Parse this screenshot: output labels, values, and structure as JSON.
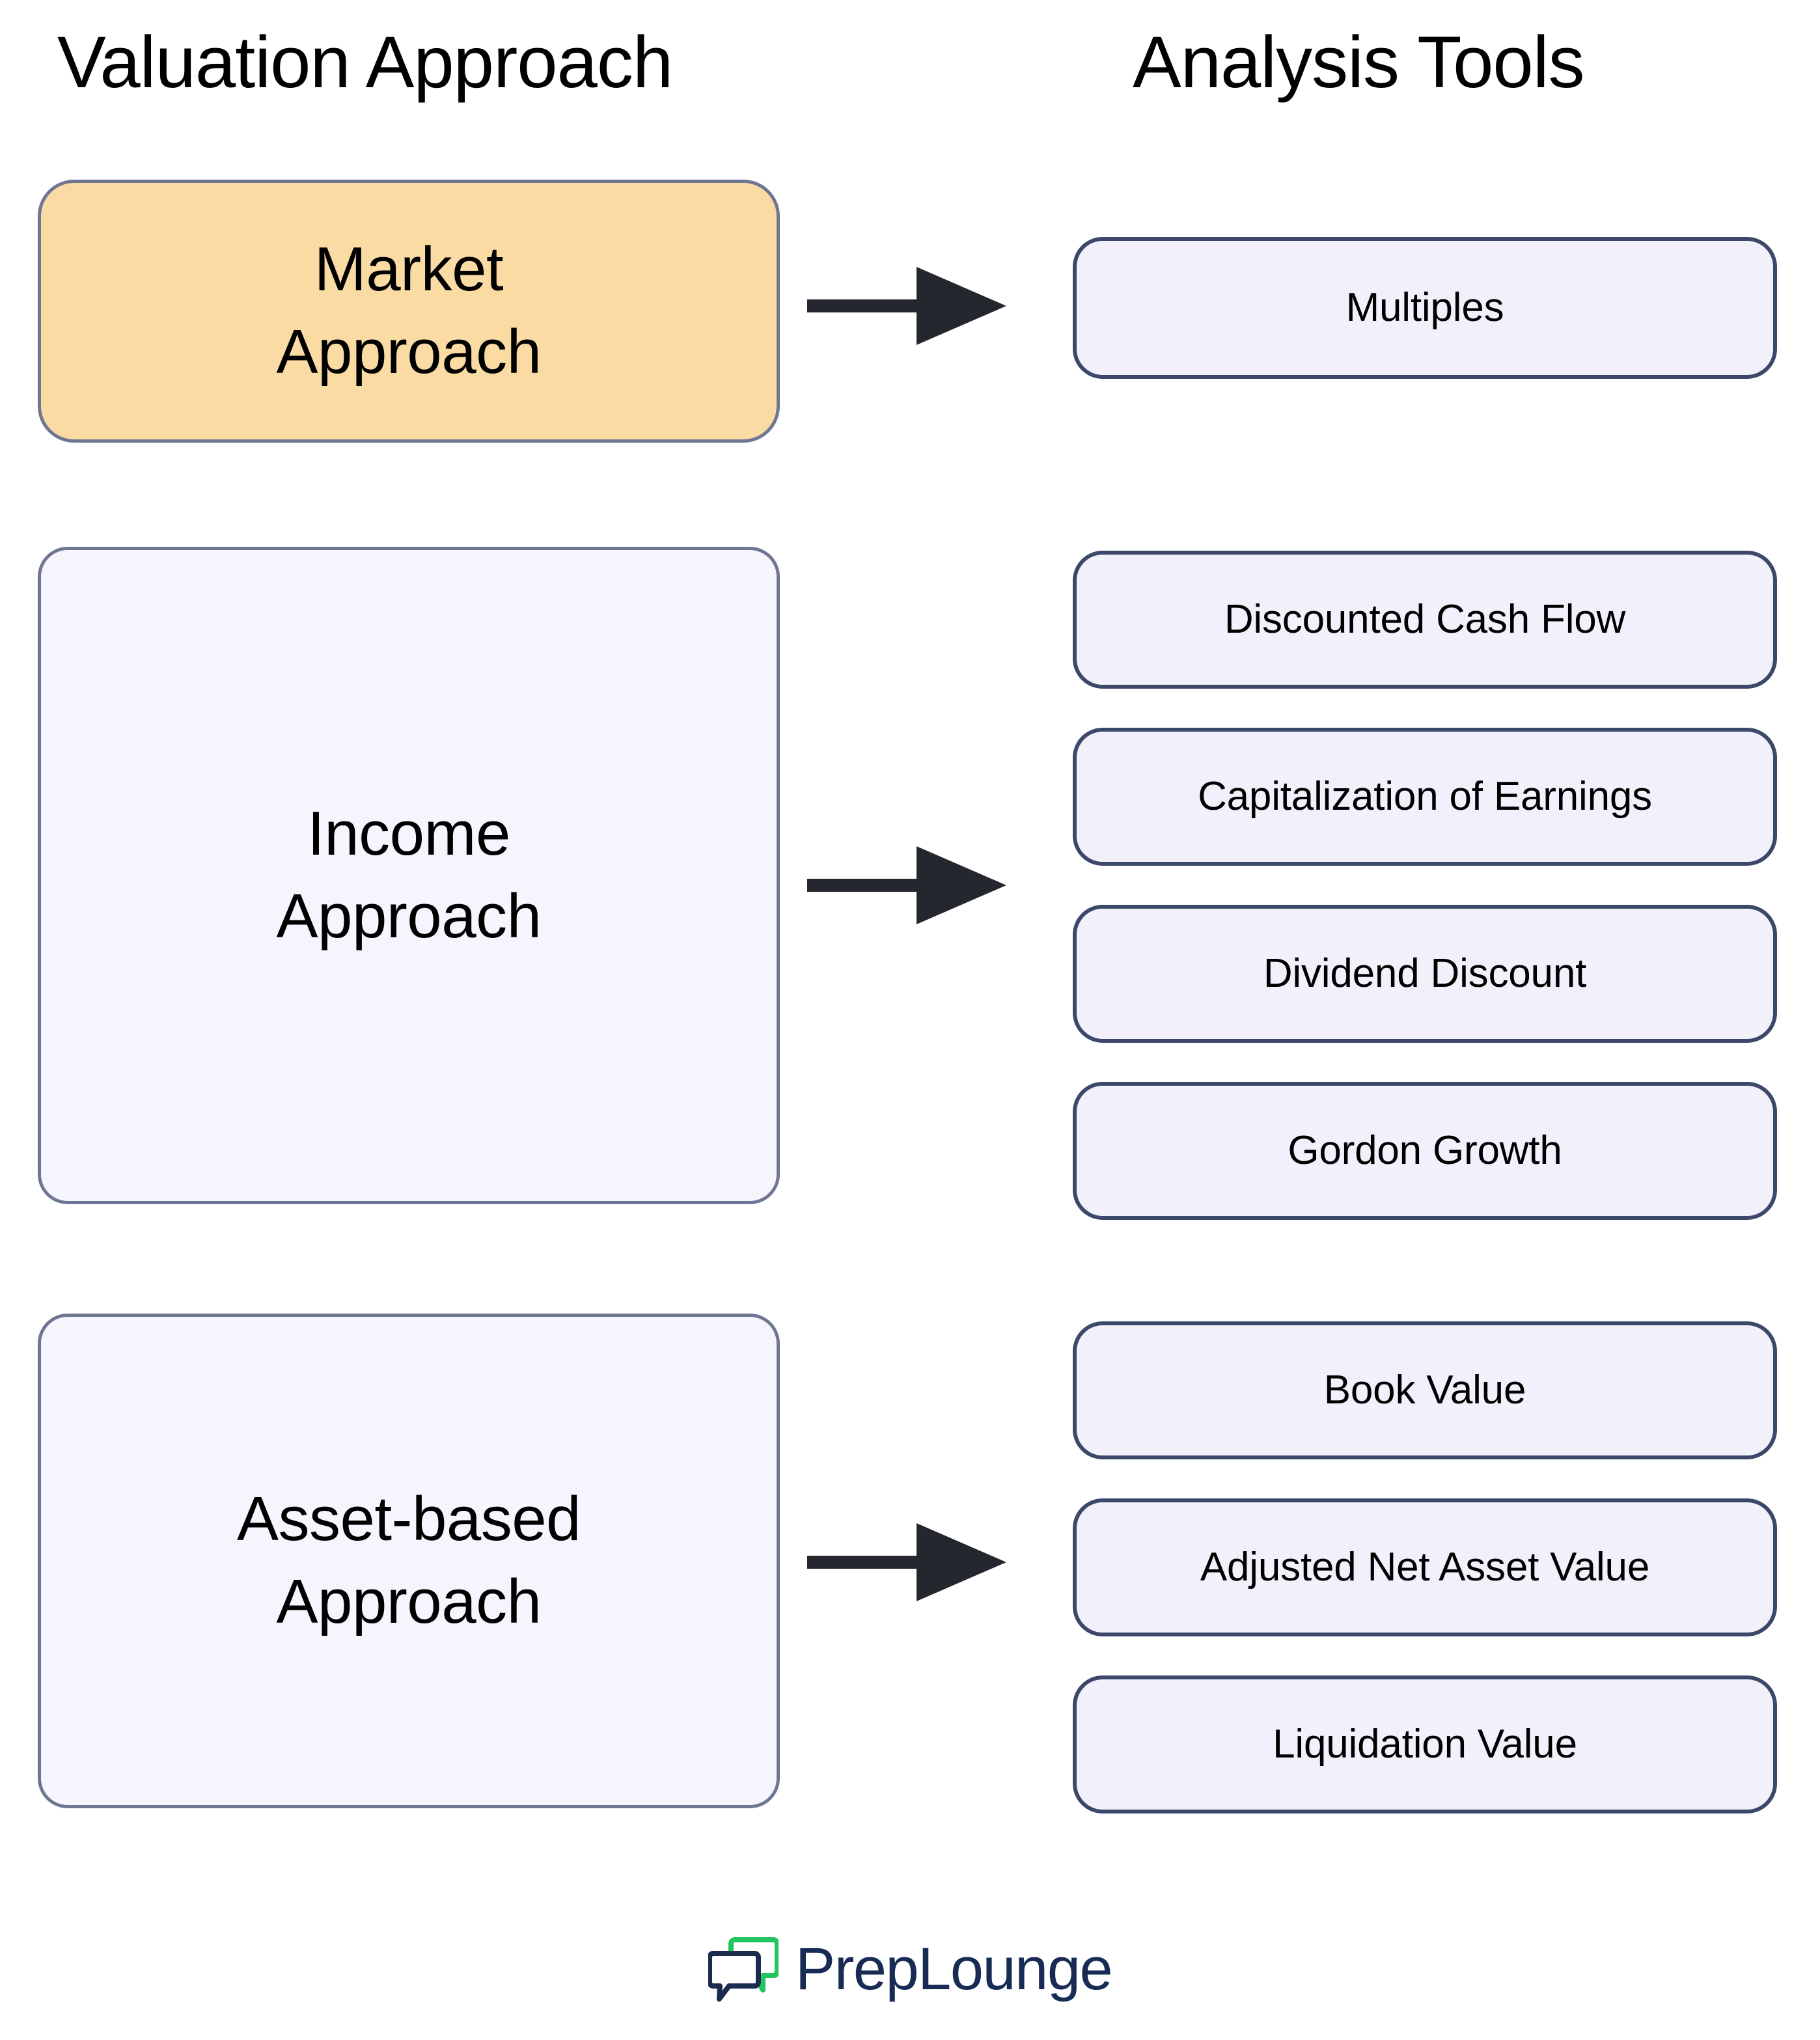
{
  "columns": {
    "left_header": "Valuation Approach",
    "right_header": "Analysis Tools"
  },
  "groups": [
    {
      "id": "market",
      "approach_label": "Market\nApproach",
      "approach_line1": "Market",
      "approach_line2": "Approach",
      "highlighted": true,
      "tools": [
        "Multiples"
      ]
    },
    {
      "id": "income",
      "approach_label": "Income\nApproach",
      "approach_line1": "Income",
      "approach_line2": "Approach",
      "highlighted": false,
      "tools": [
        "Discounted Cash Flow",
        "Capitalization of Earnings",
        "Dividend Discount",
        "Gordon Growth"
      ]
    },
    {
      "id": "asset",
      "approach_label": "Asset-based\nApproach",
      "approach_line1": "Asset-based",
      "approach_line2": "Approach",
      "highlighted": false,
      "tools": [
        "Book Value",
        "Adjusted Net Asset Value",
        "Liquidation Value"
      ]
    }
  ],
  "tools_flat": {
    "multiples": "Multiples",
    "discounted_cash_flow": "Discounted Cash Flow",
    "capitalization_of_earnings": "Capitalization of Earnings",
    "dividend_discount": "Dividend Discount",
    "gordon_growth": "Gordon Growth",
    "book_value": "Book Value",
    "adjusted_net_asset_value": "Adjusted Net Asset Value",
    "liquidation_value": "Liquidation Value"
  },
  "brand": {
    "name": "PrepLounge",
    "icon": "speech-bubbles-icon",
    "icon_green": "#22C55E",
    "icon_navy": "#1B2B4D",
    "text_color": "#172B54"
  },
  "colors": {
    "highlight_fill": "#FBDBA4",
    "highlight_border": "#6E7692",
    "approach_fill": "#F6F4FD",
    "approach_border": "#6E7692",
    "tool_fill": "#F2F0FB",
    "tool_border": "#3C4869",
    "arrow": "#24272E",
    "text": "#000000",
    "background": "#FFFFFF"
  }
}
